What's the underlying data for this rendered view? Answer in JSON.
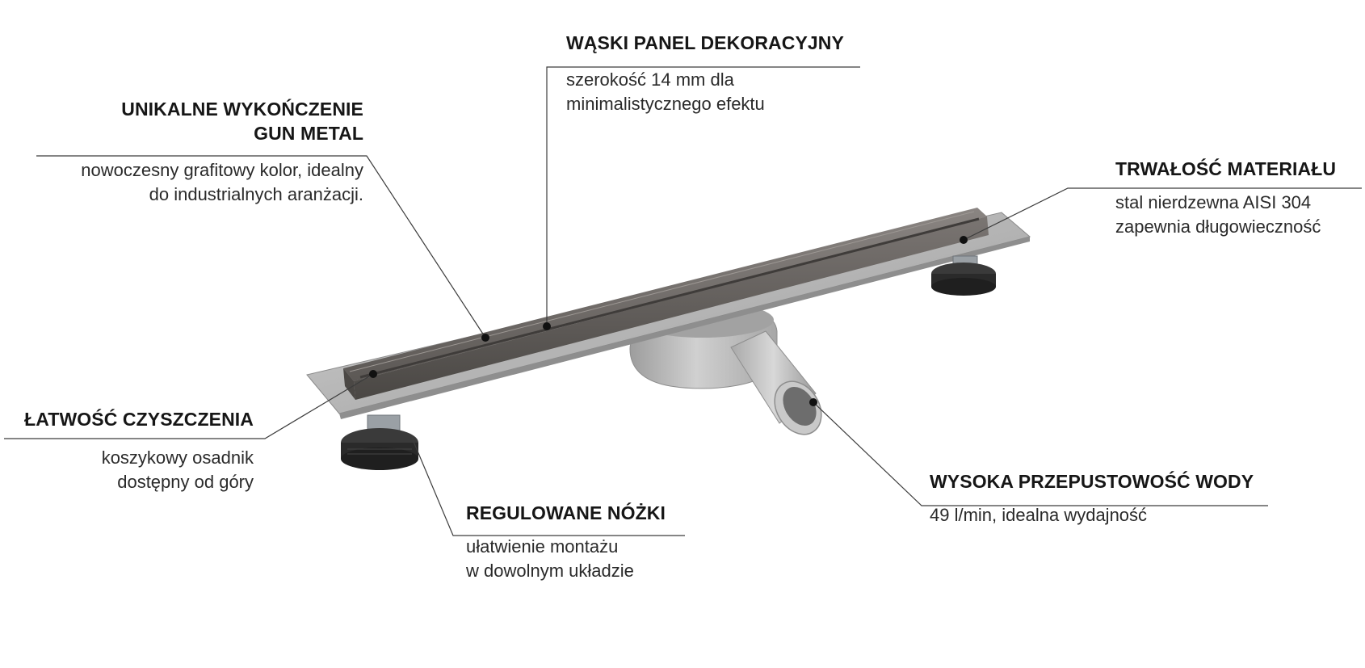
{
  "callouts": {
    "narrow_panel": {
      "title": "WĄSKI PANEL DEKORACYJNY",
      "desc": [
        "szerokość 14 mm dla",
        "minimalistycznego efektu"
      ]
    },
    "gun_metal": {
      "title": [
        "UNIKALNE WYKOŃCZENIE",
        "GUN METAL"
      ],
      "desc": [
        "nowoczesny grafitowy kolor, idealny",
        "do industrialnych aranżacji."
      ]
    },
    "durability": {
      "title": "TRWAŁOŚĆ MATERIAŁU",
      "desc": [
        "stal nierdzewna AISI 304",
        "zapewnia długowieczność"
      ]
    },
    "cleaning": {
      "title": "ŁATWOŚĆ CZYSZCZENIA",
      "desc": [
        "koszykowy osadnik",
        "dostępny od góry"
      ]
    },
    "flow": {
      "title": "WYSOKA PRZEPUSTOWOŚĆ WODY",
      "desc": [
        "49 l/min, idealna wydajność"
      ]
    },
    "feet": {
      "title": "REGULOWANE NÓŻKI",
      "desc": [
        "ułatwienie montażu",
        "w dowolnym układzie"
      ]
    }
  },
  "colors": {
    "stainless_plate": "#b9b9b9",
    "gun_metal": "#6e6a67",
    "plastic_body": "#bdbdbd",
    "feet": "#2b2b2b",
    "leader_line": "#3c3c3c"
  }
}
